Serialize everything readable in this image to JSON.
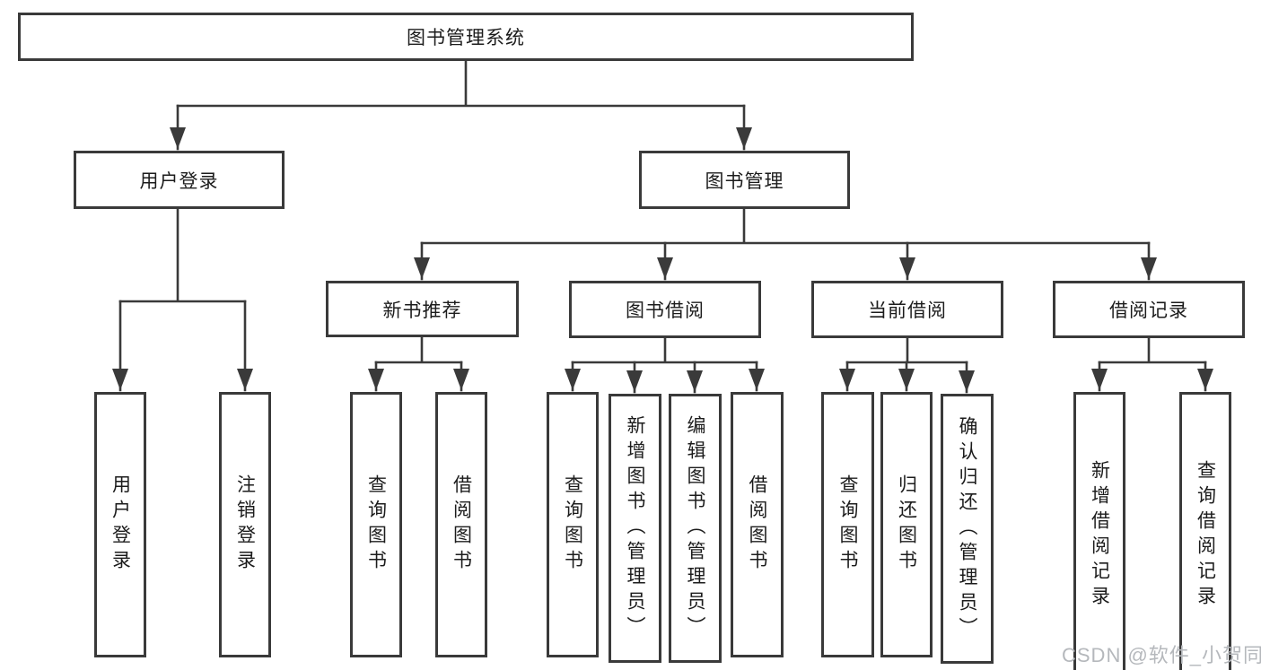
{
  "diagram": {
    "title": "图书管理系统",
    "branches": [
      {
        "label": "用户登录",
        "children": [
          {
            "label": "用户登录"
          },
          {
            "label": "注销登录"
          }
        ]
      },
      {
        "label": "图书管理",
        "children": [
          {
            "label": "新书推荐",
            "children": [
              {
                "label": "查询图书"
              },
              {
                "label": "借阅图书"
              }
            ]
          },
          {
            "label": "图书借阅",
            "children": [
              {
                "label": "查询图书"
              },
              {
                "label": "新增图书（管理员）"
              },
              {
                "label": "编辑图书（管理员）"
              },
              {
                "label": "借阅图书"
              }
            ]
          },
          {
            "label": "当前借阅",
            "children": [
              {
                "label": "查询图书"
              },
              {
                "label": "归还图书"
              },
              {
                "label": "确认归还（管理员）"
              }
            ]
          },
          {
            "label": "借阅记录",
            "children": [
              {
                "label": "新增借阅记录"
              },
              {
                "label": "查询借阅记录"
              }
            ]
          }
        ]
      }
    ]
  },
  "watermark": {
    "text": "CSDN @软件_小贺同学"
  },
  "colors": {
    "line": "#3a3a3a",
    "box_border": "#3a3a3a",
    "box_fill": "#ffffff",
    "text": "#1c1c1c",
    "watermark": "#b5b8bc",
    "background": "#ffffff"
  }
}
